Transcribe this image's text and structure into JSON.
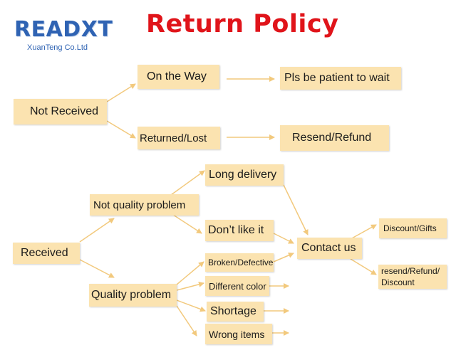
{
  "logo": {
    "text": "READXT",
    "subtext": "XuanTeng Co.Ltd"
  },
  "title": "Return Policy",
  "colors": {
    "box_fill": "#fbe3b0",
    "arrow": "#f2c97d",
    "title": "#e0141a",
    "logo": "#2f63b3"
  },
  "nodes": {
    "not_received": "Not Received",
    "on_the_way": "On the Way",
    "patient": "Pls be patient to wait",
    "returned_lost": "Returned/Lost",
    "resend_refund": "Resend/Refund",
    "received": "Received",
    "not_quality": "Not quality problem",
    "quality": "Quality problem",
    "long_delivery": "Long delivery",
    "dont_like": "Don’t like it",
    "broken": "Broken/Defective",
    "diff_color": "Different color",
    "shortage": "Shortage",
    "wrong_items": "Wrong items",
    "contact_us": "Contact us",
    "discount_gifts": "Discount/Gifts",
    "resend_refund_discount_line1": "resend/Refund/",
    "resend_refund_discount_line2": "Discount"
  }
}
